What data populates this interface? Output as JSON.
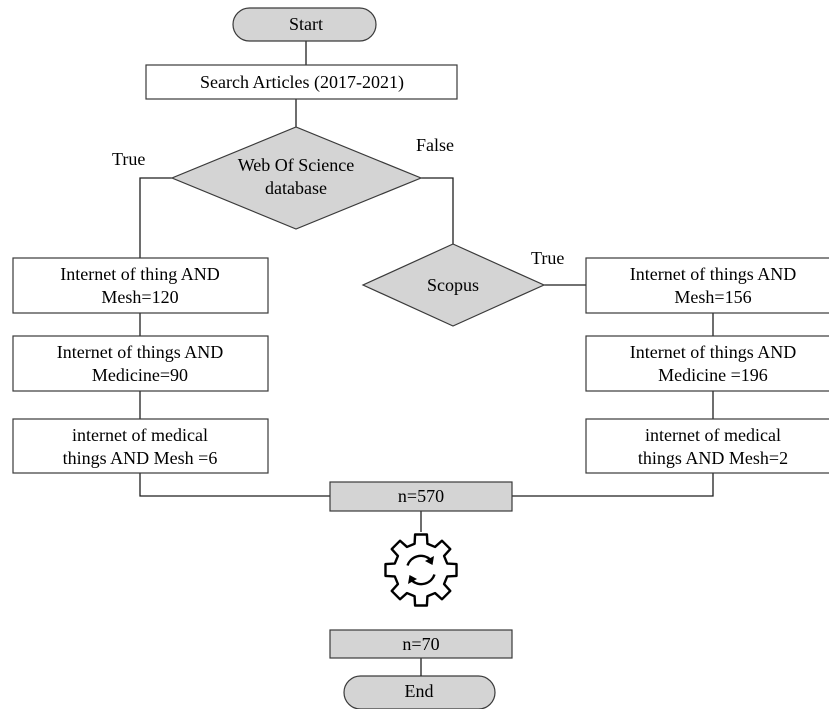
{
  "flowchart": {
    "start": "Start",
    "search": "Search Articles (2017-2021)",
    "wos": {
      "line1": "Web Of Science",
      "line2": "database"
    },
    "label_true_left": "True",
    "label_false": "False",
    "label_true_right": "True",
    "scopus": "Scopus",
    "left_boxes": [
      {
        "line1": "Internet of thing AND",
        "line2": "Mesh=120"
      },
      {
        "line1": "Internet of things AND",
        "line2": "Medicine=90"
      },
      {
        "line1": "internet of medical",
        "line2": "things AND Mesh =6"
      }
    ],
    "right_boxes": [
      {
        "line1": "Internet of things AND",
        "line2": "Mesh=156"
      },
      {
        "line1": "Internet of things AND",
        "line2": "Medicine =196"
      },
      {
        "line1": "internet of medical",
        "line2": "things AND Mesh=2"
      }
    ],
    "total": "n=570",
    "process_icon": "gear-refresh-icon",
    "filtered": "n=70",
    "end": "End"
  },
  "colors": {
    "terminal_fill": "#d4d4d4",
    "decision_fill": "#d4d4d4",
    "process_fill": "#ffffff",
    "stroke": "#3a3a3a"
  }
}
